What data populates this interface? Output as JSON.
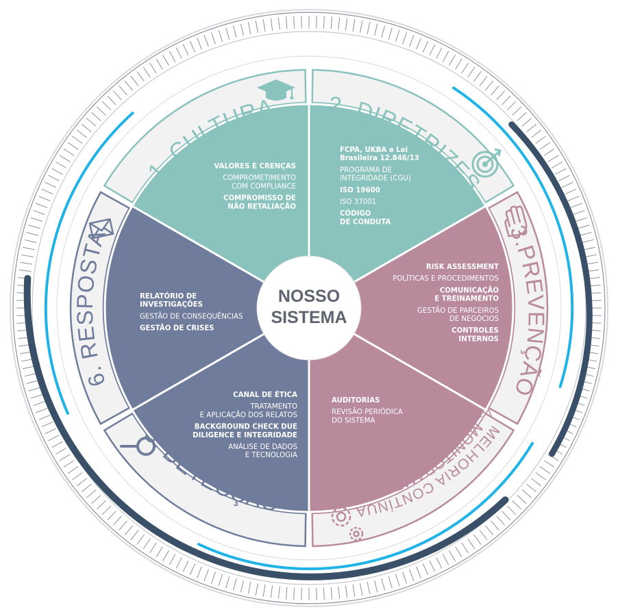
{
  "center": {
    "line1": "NOSSO",
    "line2": "SISTEMA"
  },
  "colors": {
    "teal": "#8ac2bd",
    "mauve": "#b98a9b",
    "slate": "#6f7c9c",
    "navy": "#3a5068",
    "cyan": "#1fb3e8",
    "band": "#f2f2f2",
    "band_stroke": "#d5d5d5"
  },
  "segments": [
    {
      "key": "cultura",
      "title": "1. CULTURA",
      "icon": "graduation-cap-icon",
      "items": [
        {
          "lines": [
            "VALORES E CRENÇAS"
          ],
          "bold": true
        },
        {
          "lines": [
            "COMPROMETIMENTO",
            "COM COMPLIANCE"
          ],
          "bold": false
        },
        {
          "lines": [
            "COMPROMISSO DE",
            "NÃO RETALIAÇÃO"
          ],
          "bold": true
        }
      ]
    },
    {
      "key": "diretrizes",
      "title": "2. DIRETRIZES",
      "icon": "target-icon",
      "items": [
        {
          "lines": [
            "FCPA, UKBA e Lei",
            "Brasileira 12.846/13"
          ],
          "bold": true
        },
        {
          "lines": [
            "PROGRAMA DE",
            "INTEGRIDADE (CGU)"
          ],
          "bold": false
        },
        {
          "lines": [
            "ISO 19600"
          ],
          "bold": true
        },
        {
          "lines": [
            "ISO 37001"
          ],
          "bold": false
        },
        {
          "lines": [
            "CÓDIGO",
            "DE CONDUTA"
          ],
          "bold": true
        }
      ]
    },
    {
      "key": "prevencao",
      "title": "3.PREVENÇÃO",
      "icon": "hand-icon",
      "items": [
        {
          "lines": [
            "RISK ASSESSMENT"
          ],
          "bold": true
        },
        {
          "lines": [
            "POLÍTICAS E PROCEDIMENTOS"
          ],
          "bold": false
        },
        {
          "lines": [
            "COMUNICAÇÃO",
            "E TREINAMENTO"
          ],
          "bold": true
        },
        {
          "lines": [
            "GESTÃO DE PARCEIROS",
            "DE NEGÓCIOS"
          ],
          "bold": false
        },
        {
          "lines": [
            "CONTROLES",
            "INTERNOS"
          ],
          "bold": true
        }
      ]
    },
    {
      "key": "monitoramento",
      "title_line1": "4. MONITORAMENTO E",
      "title_line2": "MELHORIA CONTÍNUA",
      "icon": "gears-icon",
      "items": [
        {
          "lines": [
            "AUDITORIAS"
          ],
          "bold": true
        },
        {
          "lines": [
            "REVISÃO PERIÓDICA",
            "DO SISTEMA"
          ],
          "bold": false
        }
      ]
    },
    {
      "key": "deteccao",
      "title": "5. DETECÇÃO",
      "icon": "magnifier-icon",
      "items": [
        {
          "lines": [
            "CANAL DE ÉTICA"
          ],
          "bold": true
        },
        {
          "lines": [
            "TRATAMENTO",
            "E APLICAÇÃO DOS RELATOS"
          ],
          "bold": false
        },
        {
          "lines": [
            "BACKGROUND CHECK DUE",
            "DILIGENCE E INTEGRIDADE"
          ],
          "bold": true
        },
        {
          "lines": [
            "ANÁLISE DE DADOS",
            "E TECNOLOGIA"
          ],
          "bold": false
        }
      ]
    },
    {
      "key": "resposta",
      "title": "6. RESPOSTA",
      "icon": "envelope-icon",
      "items": [
        {
          "lines": [
            "RELATÓRIO DE",
            "INVESTIGAÇÕES"
          ],
          "bold": true
        },
        {
          "lines": [
            "GESTÃO DE CONSEQUÊNCIAS"
          ],
          "bold": false
        },
        {
          "lines": [
            "GESTÃO DE CRISES"
          ],
          "bold": true
        }
      ]
    }
  ]
}
